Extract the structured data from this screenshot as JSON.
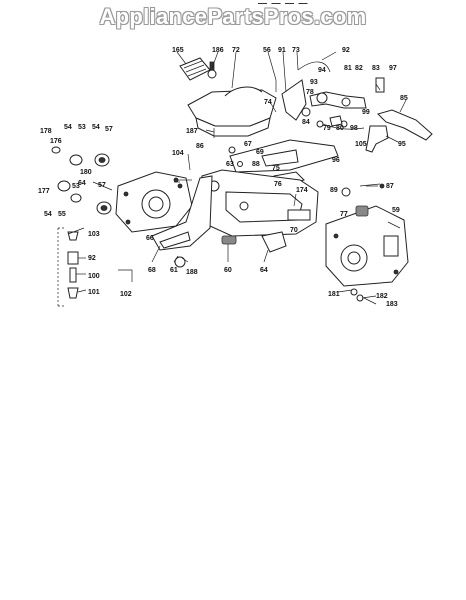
{
  "watermark": "AppliancePartsPros.com",
  "header_fragment": "— — — —",
  "callouts": {
    "l165": "165",
    "l186": "186",
    "l72": "72",
    "l56": "56",
    "l91": "91",
    "l73": "73",
    "l92": "92",
    "l93": "93",
    "l94": "94",
    "l81": "81",
    "l82": "82",
    "l83": "83",
    "l97": "97",
    "l74": "74",
    "l78": "78",
    "l84": "84",
    "l99": "99",
    "l85": "85",
    "l187": "187",
    "l79": "79",
    "l80": "80",
    "l98": "98",
    "l105": "105",
    "l95": "95",
    "l86": "86",
    "l67": "67",
    "l69": "69",
    "l96": "96",
    "l178": "178",
    "l176": "176",
    "l53": "53",
    "l54a": "54",
    "l54b": "54",
    "l57a": "57",
    "l104": "104",
    "l63": "63",
    "l88": "88",
    "l75": "75",
    "l76": "76",
    "l174": "174",
    "l180": "180",
    "l64": "64",
    "l57b": "57",
    "l177": "177",
    "l55": "55",
    "l53b": "53",
    "l54c": "54",
    "l89": "89",
    "l87": "87",
    "l77": "77",
    "l59": "59",
    "l70": "70",
    "l103": "103",
    "l92b": "92",
    "l100": "100",
    "l101": "101",
    "l66": "66",
    "l61": "61",
    "l68": "68",
    "l60": "60",
    "l64b": "64",
    "l102": "102",
    "l181": "181",
    "l182": "182",
    "l183": "183",
    "l188": "188"
  }
}
